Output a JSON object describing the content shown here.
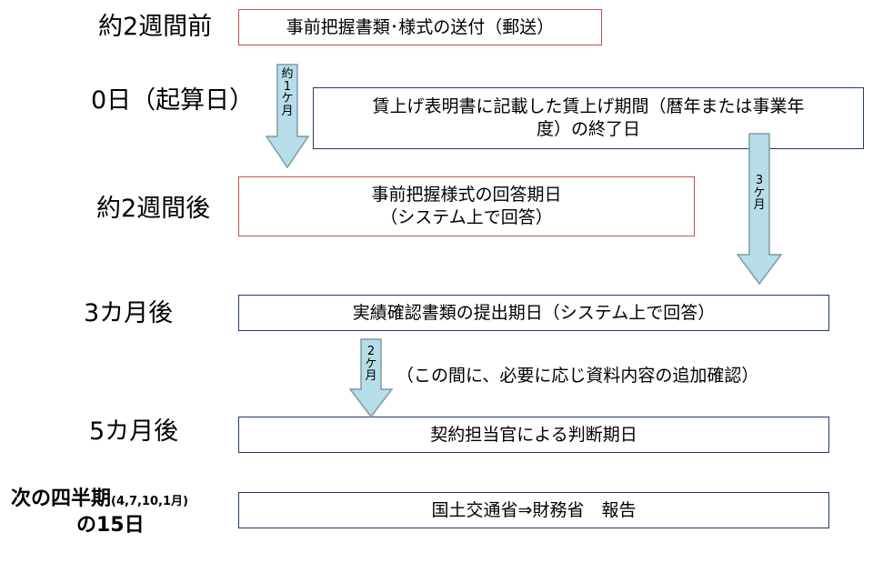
{
  "rows": [
    {
      "label": "約2週間前",
      "box": "事前把握書類･様式の送付（郵送）"
    },
    {
      "label": "0日（起算日）",
      "box_line1": "賃上げ表明書に記載した賃上げ期間（暦年または事業年",
      "box_line2": "度）の終了日"
    },
    {
      "label": "約2週間後",
      "box_line1": "事前把握様式の回答期日",
      "box_line2": "（システム上で回答）"
    },
    {
      "label": "3カ月後",
      "box": "実績確認書類の提出期日（システム上で回答）"
    },
    {
      "label": "5カ月後",
      "box": "契約担当官による判断期日"
    },
    {
      "label_main": "次の四半期",
      "label_small": "(4,7,10,1月)",
      "label_line2": "の15日",
      "box": "国土交通省⇒財務省　報告"
    }
  ],
  "arrows": {
    "one_month": [
      "約",
      "1",
      "ケ",
      "月"
    ],
    "three_months": [
      "3",
      "ケ",
      "月"
    ],
    "two_months": [
      "2",
      "ケ",
      "月"
    ]
  },
  "note": "（この間に、必要に応じ資料内容の追加確認）",
  "colors": {
    "arrow_fill": "#b7dde8",
    "arrow_stroke": "#7f9aa3",
    "red_border": "#c0504d",
    "navy_border": "#1f3a6e"
  }
}
